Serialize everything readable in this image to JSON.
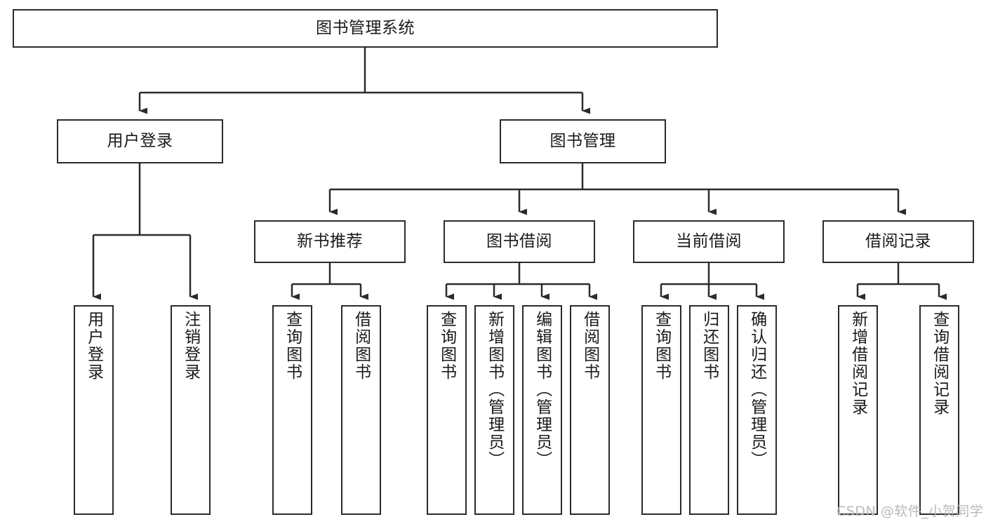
{
  "diagram": {
    "title": "图书管理系统",
    "type": "tree-hierarchy-chart",
    "orientation": "top-down",
    "line_color": "#2b2b2b",
    "box_fill": "#ffffff",
    "text_color": "#1a1a1a",
    "watermark": "CSDN @软件_小贺同学",
    "nodes": {
      "root": {
        "label": "图书管理系统",
        "level": 0
      },
      "l1": [
        {
          "id": "user-login",
          "label": "用户登录",
          "level": 1
        },
        {
          "id": "book-manage",
          "label": "图书管理",
          "level": 1
        }
      ],
      "l2": [
        {
          "id": "new-book-recommend",
          "label": "新书推荐",
          "level": 2,
          "parent": "book-manage"
        },
        {
          "id": "book-borrow",
          "label": "图书借阅",
          "level": 2,
          "parent": "book-manage"
        },
        {
          "id": "current-borrow",
          "label": "当前借阅",
          "level": 2,
          "parent": "book-manage"
        },
        {
          "id": "borrow-record",
          "label": "借阅记录",
          "level": 2,
          "parent": "book-manage"
        }
      ],
      "leaves": [
        {
          "id": "leaf-user-login",
          "label": "用户登录",
          "parent": "user-login"
        },
        {
          "id": "leaf-logout-login",
          "label": "注销登录",
          "parent": "user-login"
        },
        {
          "id": "leaf-query-book-1",
          "label": "查询图书",
          "parent": "new-book-recommend"
        },
        {
          "id": "leaf-borrow-book-1",
          "label": "借阅图书",
          "parent": "new-book-recommend"
        },
        {
          "id": "leaf-query-book-2",
          "label": "查询图书",
          "parent": "book-borrow"
        },
        {
          "id": "leaf-add-book",
          "label": "新增图书（管理员）",
          "parent": "book-borrow"
        },
        {
          "id": "leaf-edit-book",
          "label": "编辑图书（管理员）",
          "parent": "book-borrow"
        },
        {
          "id": "leaf-borrow-book-2",
          "label": "借阅图书",
          "parent": "book-borrow"
        },
        {
          "id": "leaf-query-book-3",
          "label": "查询图书",
          "parent": "current-borrow"
        },
        {
          "id": "leaf-return-book",
          "label": "归还图书",
          "parent": "current-borrow"
        },
        {
          "id": "leaf-confirm-return",
          "label": "确认归还（管理员）",
          "parent": "current-borrow"
        },
        {
          "id": "leaf-add-record",
          "label": "新增借阅记录",
          "parent": "borrow-record"
        },
        {
          "id": "leaf-query-record",
          "label": "查询借阅记录",
          "parent": "borrow-record"
        }
      ]
    }
  }
}
